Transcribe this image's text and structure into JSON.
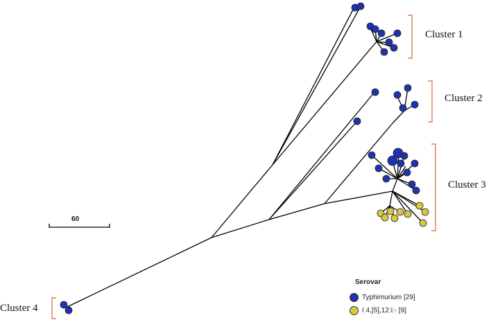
{
  "clusters": [
    {
      "label": "Cluster 1"
    },
    {
      "label": "Cluster 2"
    },
    {
      "label": "Cluster 3"
    },
    {
      "label": "Cluster 4"
    }
  ],
  "scale_bar": {
    "label": "60"
  },
  "legend": {
    "title": "Serovar",
    "items": [
      {
        "label": "Typhimurium [29]",
        "color": "#1f33b0",
        "icon": "blue-circle-icon"
      },
      {
        "label": "I 4,[5],12:i:- [9]",
        "color": "#d6c840",
        "icon": "yellow-circle-icon"
      }
    ]
  },
  "colors": {
    "branch": "#000000",
    "bracket": "#e0623c"
  }
}
